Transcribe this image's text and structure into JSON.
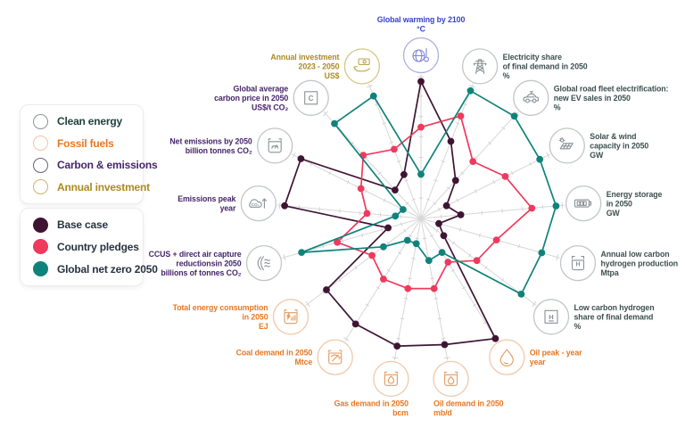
{
  "colors": {
    "background": "#ffffff",
    "axis_line": "#d7d7d7",
    "base_case": "#3f1433",
    "country_pledges": "#ef3a5d",
    "net_zero": "#0f837b",
    "label_warming": "#3742cb",
    "label_clean": "#3d4f4e",
    "label_fossil": "#e87722",
    "label_carbon": "#46256b",
    "label_investment": "#ab8b22"
  },
  "legend": {
    "categories": [
      {
        "label": "Clean energy",
        "label_color": "#21413d",
        "swatch_border": "#8a9396",
        "swatch_fill": "#ffffff"
      },
      {
        "label": "Fossil fuels",
        "label_color": "#e87722",
        "swatch_border": "#efc6a0",
        "swatch_fill": "#ffffff"
      },
      {
        "label": "Carbon & emissions",
        "label_color": "#46256b",
        "swatch_border": "#62666e",
        "swatch_fill": "#ffffff"
      },
      {
        "label": "Annual investment",
        "label_color": "#ab8b22",
        "swatch_border": "#cdb36a",
        "swatch_fill": "#ffffff"
      }
    ],
    "series": [
      {
        "label": "Base case",
        "label_color": "#273340",
        "swatch_border": "#3f1433",
        "swatch_fill": "#3f1433"
      },
      {
        "label": "Country pledges",
        "label_color": "#273340",
        "swatch_border": "#ef3a5d",
        "swatch_fill": "#ef3a5d"
      },
      {
        "label": "Global net zero 2050",
        "label_color": "#273340",
        "swatch_border": "#0f837b",
        "swatch_fill": "#0f837b"
      }
    ]
  },
  "chart_data": {
    "type": "radar",
    "layout": {
      "legend_position": "left",
      "start_angle_deg": -90,
      "direction": "clockwise",
      "polygon_fill": "none",
      "spokes": 17,
      "tick_dashes_per_axis": 6
    },
    "axes": [
      {
        "id": "global-warming",
        "category": "warming",
        "icon": "globe-thermometer",
        "label_lines": [
          "Global warming by 2100",
          "°C"
        ]
      },
      {
        "id": "electricity-share",
        "category": "clean",
        "icon": "power-lines",
        "label_lines": [
          "Electricity share",
          "of final demand in 2050",
          "%"
        ]
      },
      {
        "id": "ev-sales",
        "category": "clean",
        "icon": "ev-car",
        "label_lines": [
          "Global road fleet electrification:",
          "new EV sales in 2050",
          "%"
        ]
      },
      {
        "id": "solar-wind",
        "category": "clean",
        "icon": "solar-panel",
        "label_lines": [
          "Solar & wind",
          "capacity in 2050",
          "GW"
        ]
      },
      {
        "id": "energy-storage",
        "category": "clean",
        "icon": "battery",
        "label_lines": [
          "Energy storage",
          "in 2050",
          "GW"
        ]
      },
      {
        "id": "hydrogen-production",
        "category": "clean",
        "icon": "hydrogen-tank",
        "label_lines": [
          "Annual low carbon",
          "hydrogen production",
          "Mtpa"
        ]
      },
      {
        "id": "hydrogen-share",
        "category": "clean",
        "icon": "hydrogen-square",
        "label_lines": [
          "Low carbon hydrogen",
          "share of final demand",
          "%"
        ]
      },
      {
        "id": "oil-peak",
        "category": "fossil",
        "icon": "oil-drop",
        "label_lines": [
          "Oil peak - year",
          "year"
        ]
      },
      {
        "id": "oil-demand",
        "category": "fossil",
        "icon": "oil-drop-box",
        "label_lines": [
          "Oil demand in 2050",
          "mb/d"
        ]
      },
      {
        "id": "gas-demand",
        "category": "fossil",
        "icon": "flame-box",
        "label_lines": [
          "Gas demand in 2050",
          "bcm"
        ]
      },
      {
        "id": "coal-demand",
        "category": "fossil",
        "icon": "pickaxe-box",
        "label_lines": [
          "Coal demand in 2050",
          "Mtce"
        ]
      },
      {
        "id": "total-energy",
        "category": "fossil",
        "icon": "energy-chart-box",
        "label_lines": [
          "Total energy consumption",
          "in 2050",
          "EJ"
        ]
      },
      {
        "id": "ccus",
        "category": "carbon",
        "icon": "air-capture",
        "label_lines": [
          "CCUS + direct air capture",
          "reductionsin 2050",
          "billions of tonnes CO₂"
        ]
      },
      {
        "id": "emissions-peak",
        "category": "carbon",
        "icon": "co2-cloud-arrow",
        "label_lines": [
          "Emissions peak",
          "year"
        ]
      },
      {
        "id": "net-emissions",
        "category": "carbon",
        "icon": "emissions-gauge",
        "label_lines": [
          "Net emissions by 2050",
          "billion tonnes CO₂"
        ]
      },
      {
        "id": "carbon-price",
        "category": "carbon",
        "icon": "carbon-price-c",
        "label_lines": [
          "Global average",
          "carbon price in 2050",
          "US$/t CO₂"
        ]
      },
      {
        "id": "annual-investment",
        "category": "investment",
        "icon": "money-hand",
        "label_lines": [
          "Annual investment",
          "2023 - 2050",
          "US$"
        ]
      }
    ],
    "series": [
      {
        "name": "Base case",
        "color": "#3f1433",
        "radial_fractions": [
          0.96,
          0.58,
          0.36,
          0.2,
          0.28,
          0.13,
          0.2,
          0.99,
          0.9,
          0.91,
          0.87,
          0.83,
          0.24,
          0.96,
          0.94,
          0.27,
          0.33
        ]
      },
      {
        "name": "Country pledges",
        "color": "#ef3a5d",
        "radial_fractions": [
          0.64,
          0.77,
          0.54,
          0.66,
          0.78,
          0.55,
          0.49,
          0.36,
          0.5,
          0.5,
          0.5,
          0.43,
          0.61,
          0.38,
          0.47,
          0.6,
          0.52
        ]
      },
      {
        "name": "Global net zero 2050",
        "color": "#0f837b",
        "radial_fractions": [
          0.31,
          0.96,
          0.97,
          0.93,
          0.95,
          0.88,
          0.88,
          0.28,
          0.3,
          0.18,
          0.18,
          0.33,
          0.87,
          0.18,
          0.14,
          0.9,
          0.92
        ]
      }
    ],
    "label_colors": {
      "warming": "#3742cb",
      "clean": "#3d4f4e",
      "fossil": "#e87722",
      "carbon": "#46256b",
      "investment": "#ab8b22"
    },
    "icon_colors": {
      "warming": {
        "ring": "#aab0e2",
        "glyph": "#7d86d8"
      },
      "clean": {
        "ring": "#c2c6c8",
        "glyph": "#8a9195"
      },
      "carbon": {
        "ring": "#c2c6c8",
        "glyph": "#8a9195"
      },
      "fossil": {
        "ring": "#f0c9a8",
        "glyph": "#e29a5f"
      },
      "investment": {
        "ring": "#d8c683",
        "glyph": "#bfa54e"
      }
    }
  }
}
